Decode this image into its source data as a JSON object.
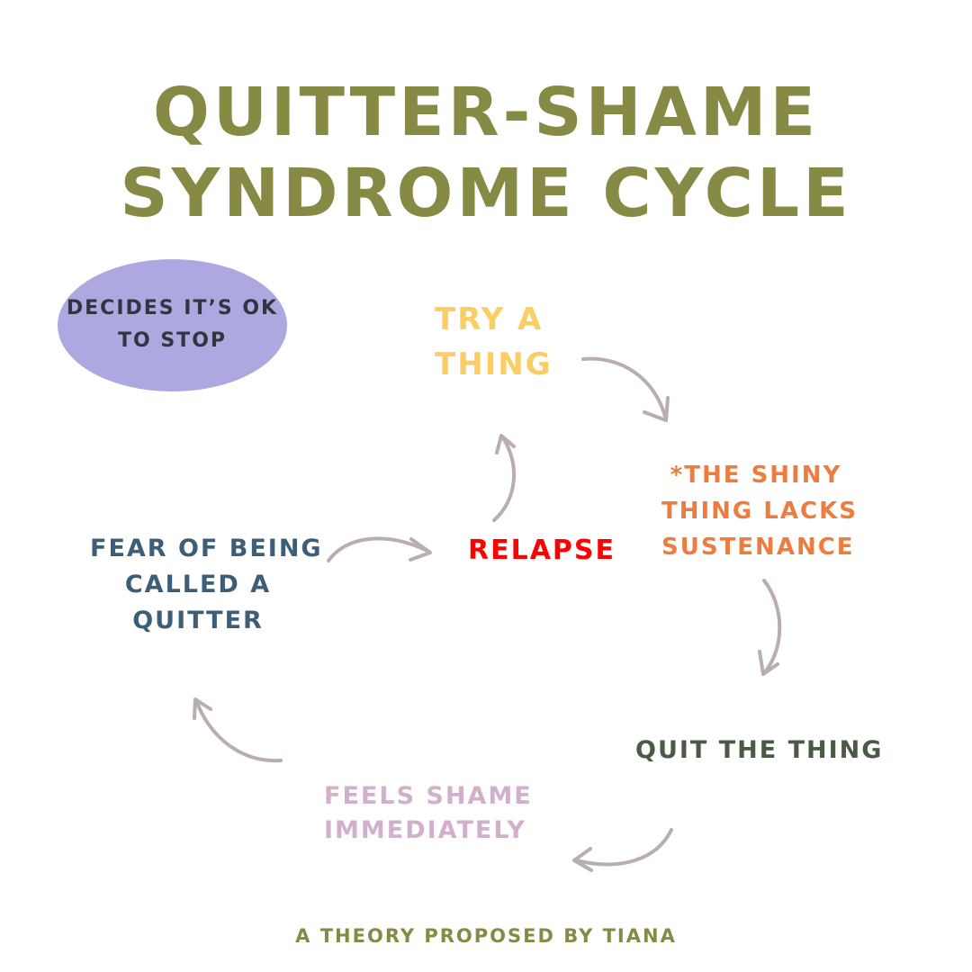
{
  "title": {
    "line1": "QUITTER-SHAME",
    "line2": "SYNDROME CYCLE"
  },
  "nodes": {
    "decides": {
      "line1": "DECIDES IT’S OK",
      "line2": "TO STOP"
    },
    "try": {
      "line1": "TRY A",
      "line2": "THING"
    },
    "shiny": {
      "line1": "*THE SHINY",
      "line2": "THING LACKS",
      "line3": "SUSTENANCE"
    },
    "quit": {
      "text": "QUIT THE THING"
    },
    "shame": {
      "line1": "FEELS SHAME",
      "line2": "IMMEDIATELY"
    },
    "fear": {
      "line1": "FEAR OF BEING",
      "line2": "CALLED A",
      "line3": "QUITTER"
    },
    "relapse": {
      "text": "RELAPSE"
    }
  },
  "footer": {
    "text": "A THEORY PROPOSED BY TIANA"
  },
  "colors": {
    "title": "#878a45",
    "bubble": "#ada8df",
    "try": "#fbcd62",
    "shiny": "#ec7d3e",
    "quit": "#495a45",
    "shame": "#d1b0cc",
    "fear": "#3d5e77",
    "relapse": "#ff0000",
    "arrow": "#b9adb0"
  }
}
